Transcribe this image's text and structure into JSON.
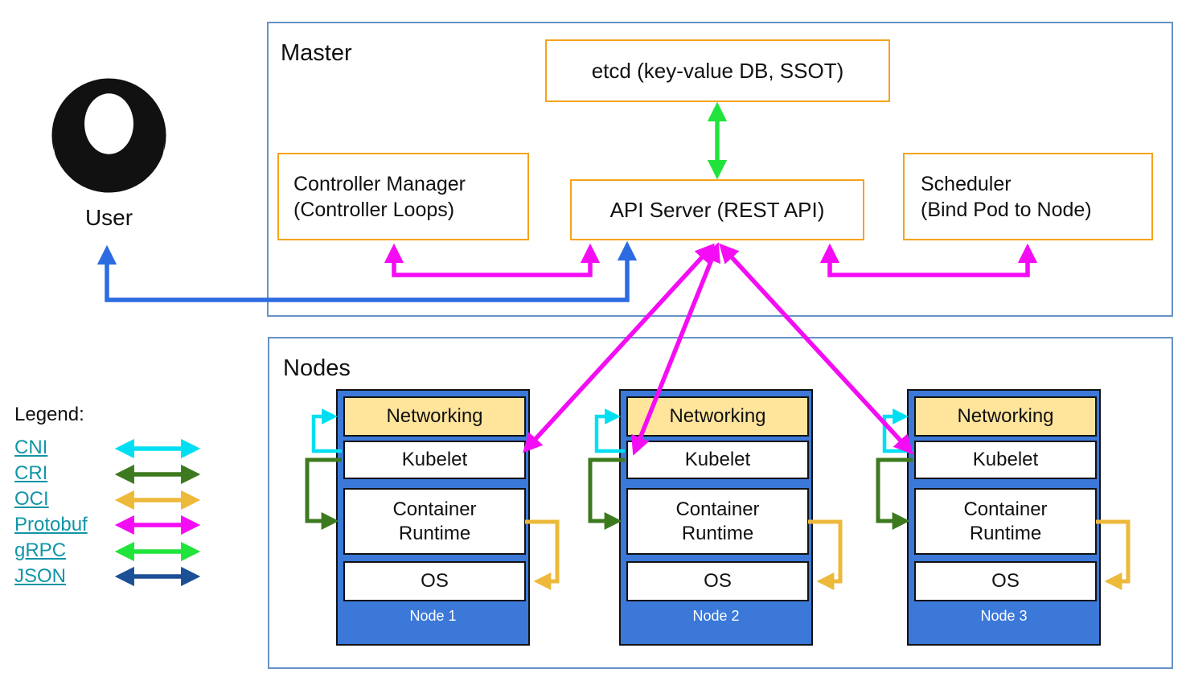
{
  "user": {
    "label": "User"
  },
  "master": {
    "title": "Master",
    "etcd": {
      "label": "etcd (key-value DB, SSOT)"
    },
    "controller_manager": {
      "lines": [
        "Controller Manager",
        "(Controller Loops)"
      ]
    },
    "api_server": {
      "label": "API Server (REST API)"
    },
    "scheduler": {
      "lines": [
        "Scheduler",
        "(Bind Pod to Node)"
      ]
    }
  },
  "nodes": {
    "title": "Nodes",
    "items": [
      {
        "name": "Node 1",
        "layers": [
          "Networking",
          "Kubelet",
          "Container Runtime",
          "OS"
        ]
      },
      {
        "name": "Node 2",
        "layers": [
          "Networking",
          "Kubelet",
          "Container Runtime",
          "OS"
        ]
      },
      {
        "name": "Node 3",
        "layers": [
          "Networking",
          "Kubelet",
          "Container Runtime",
          "OS"
        ]
      }
    ]
  },
  "legend": {
    "title": "Legend:",
    "items": [
      {
        "label": "CNI",
        "color": "#00dff2"
      },
      {
        "label": "CRI",
        "color": "#3d7a1f"
      },
      {
        "label": "OCI",
        "color": "#edb93a"
      },
      {
        "label": "Protobuf",
        "color": "#f40df4"
      },
      {
        "label": "gRPC",
        "color": "#20e43b"
      },
      {
        "label": "JSON",
        "color": "#1b4f96"
      }
    ]
  },
  "colors": {
    "frame_border": "#6792c6",
    "component_border": "#f5a31b",
    "node_fill": "#3b78d8",
    "networking_fill": "#ffe49b",
    "user_arrow_blue": "#2c6be2",
    "link_teal": "#1295a8"
  }
}
